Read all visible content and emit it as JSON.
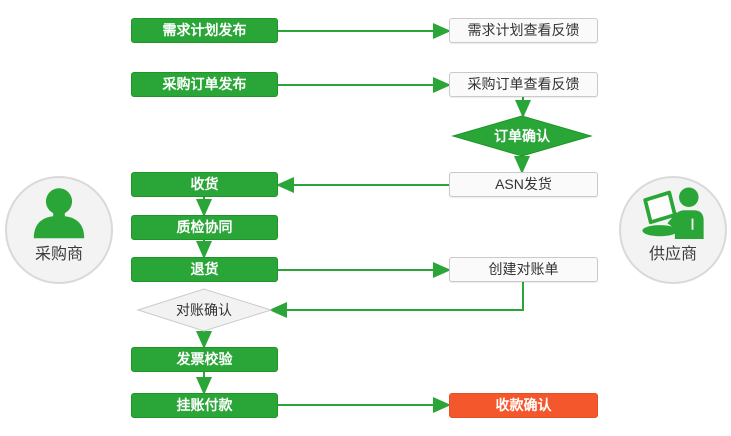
{
  "diagram": {
    "title_implicit": "",
    "actors": {
      "buyer": "采购商",
      "supplier": "供应商"
    },
    "icons": {
      "buyer": "person-silhouette-icon",
      "supplier": "person-with-laptop-icon"
    },
    "nodes": {
      "demand_plan_publish": "需求计划发布",
      "demand_plan_feedback": "需求计划查看反馈",
      "purchase_order_publish": "采购订单发布",
      "purchase_order_feedback": "采购订单查看反馈",
      "order_confirm": "订单确认",
      "receiving": "收货",
      "asn_shipping": "ASN发货",
      "quality_inspection": "质检协同",
      "return_goods": "退货",
      "create_statement": "创建对账单",
      "statement_confirm": "对账确认",
      "invoice_verification": "发票校验",
      "account_payment": "挂账付款",
      "payment_confirm": "收款确认"
    },
    "colors": {
      "green": "#2AA638",
      "green_border": "#1D9527",
      "red": "#F4572C",
      "red_border": "#E84E24",
      "neutral_box_bg": "#FAFAFA",
      "neutral_box_border": "#CACACA",
      "diamond_gray_bg": "#F2F2F2",
      "diamond_gray_border": "#CBCBCB",
      "actor_circle_bg": "#F3F3F3",
      "actor_circle_border": "#D9D9D9",
      "text_dark": "#333333"
    }
  }
}
